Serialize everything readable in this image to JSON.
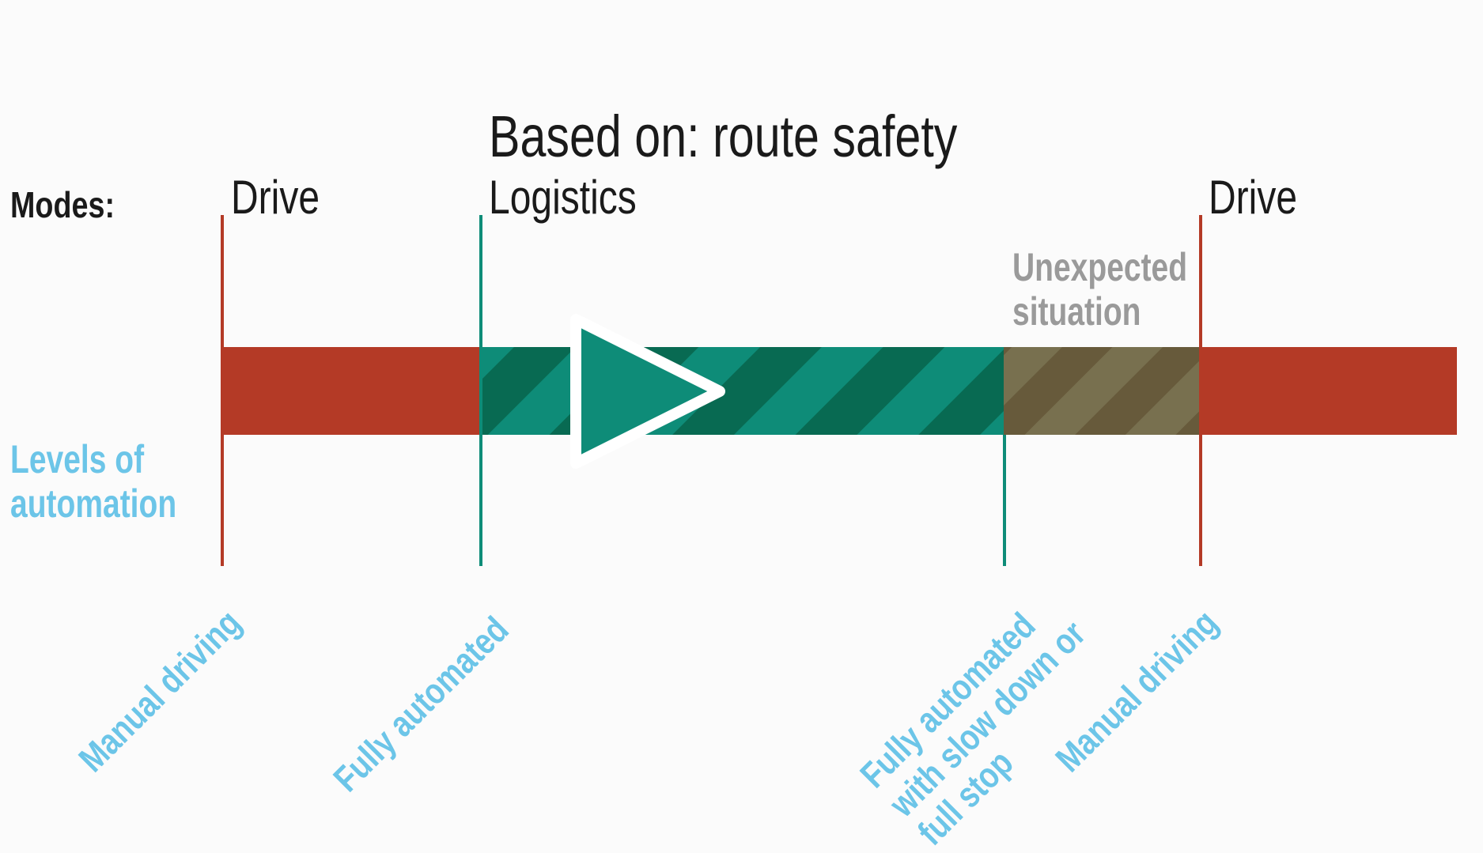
{
  "title": "Based on: route safety",
  "modes_label": "Modes:",
  "modes": {
    "drive_start": "Drive",
    "logistics": "Logistics",
    "drive_end": "Drive"
  },
  "unexpected_label": "Unexpected\nsituation",
  "levels_label": "Levels of\nautomation",
  "levels": {
    "manual_start": "Manual driving",
    "fully_automated": "Fully automated",
    "fully_automated_slow": "Fully automated\nwith slow down or\nfull stop",
    "manual_end": "Manual driving"
  },
  "icons": {
    "play": "play-icon"
  },
  "colors": {
    "manual_red": "#b43a26",
    "teal": "#0e8c78",
    "teal_dark": "#086a52",
    "olive": "#78704f",
    "olive_dark": "#675a3b",
    "label_blue": "#6cc5e8",
    "muted_gray": "#9a9a9a"
  }
}
